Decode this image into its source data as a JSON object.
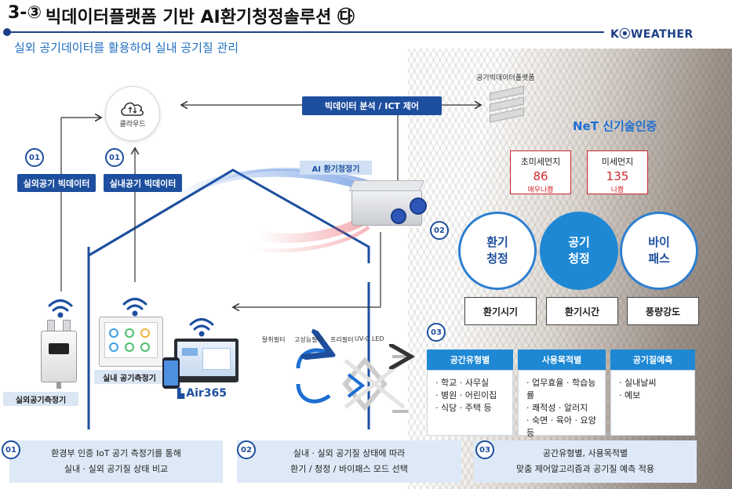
{
  "header": {
    "number": "3-③",
    "title": "빅데이터플랫폼 기반 AI환기청정솔루션 ㉰",
    "logo": "K⦿WEATHER",
    "subtitle": "실외 공기데이터를 활용하여 실내 공기질 관리"
  },
  "cloud": {
    "label": "클라우드"
  },
  "analysis": {
    "label": "빅데이터 분석 / ICT 제어"
  },
  "platform": {
    "label": "공기빅데이터플랫폼"
  },
  "ai_unit": {
    "label": "AI 환기청정기",
    "step": "02"
  },
  "outdoor_data": {
    "step": "01",
    "label": "실외공기 빅데이터"
  },
  "indoor_data": {
    "step": "01",
    "label": "실내공기 빅데이터"
  },
  "devices": {
    "outdoor_meter": "실외공기측정기",
    "indoor_meter": "실내 공기측정기",
    "app_brand": "Air365"
  },
  "filters": [
    "탈취필터",
    "고성능필터",
    "프리필터",
    "UV-C LED"
  ],
  "certification": {
    "title": "NeT 신기술인증"
  },
  "dust": [
    {
      "name": "초미세먼지",
      "value": "86",
      "status": "매우나쁨"
    },
    {
      "name": "미세먼지",
      "value": "135",
      "status": "나쁨"
    }
  ],
  "modes": [
    {
      "line1": "환기",
      "line2": "청정",
      "style": "light"
    },
    {
      "line1": "공기",
      "line2": "청정",
      "style": "dark"
    },
    {
      "line1": "바이",
      "line2": "패스",
      "style": "light"
    }
  ],
  "controls": [
    "환기시기",
    "환기시간",
    "풍량강도"
  ],
  "categories": {
    "step": "03",
    "items": [
      {
        "title": "공간유형별",
        "lines": [
          "· 학교 · 사무실",
          "· 병원 · 어린이집",
          "· 식당 · 주택 등"
        ]
      },
      {
        "title": "사용목적별",
        "lines": [
          "· 업무효율 · 학습능률",
          "· 쾌적성 · 알러지",
          "· 숙면 · 육아 · 요양 등"
        ]
      },
      {
        "title": "공기질예측",
        "lines": [
          "· 실내날씨",
          "· 예보"
        ]
      }
    ]
  },
  "bottom": [
    {
      "step": "01",
      "line1": "환경부 인증 IoT 공기 측정기를 통해",
      "line2": "실내  ·  실외 공기질 상태 비교"
    },
    {
      "step": "02",
      "line1": "실내  ·  실외 공기질 상태에 따라",
      "line2": "환기 / 청정 / 바이패스 모드 선택"
    },
    {
      "step": "03",
      "line1": "공간유형별, 사용목적별",
      "line2": "맞춤 제어알고리즘과 공기질 예측 적용"
    }
  ],
  "colors": {
    "navy": "#1d3f86",
    "tag_blue": "#1d4f9e",
    "mode_blue": "#1e88d4",
    "alert_red": "#d0262c",
    "bottom_bg": "#dde9f6"
  }
}
